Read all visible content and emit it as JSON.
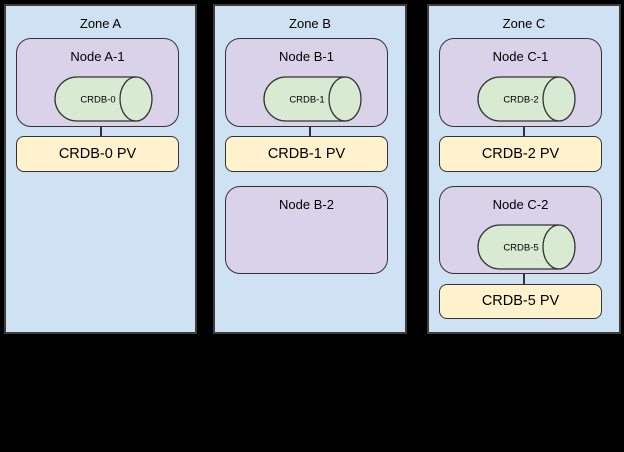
{
  "colors": {
    "background": "#000000",
    "zone_fill": "#cfe2f3",
    "zone_border": "#3d3d3d",
    "node_fill": "#d9d2e9",
    "pod_fill": "#d9ead3",
    "pv_fill": "#fff2cc",
    "shape_border": "#333333"
  },
  "zones": [
    {
      "label": "Zone A",
      "nodes": [
        {
          "label": "Node A-1",
          "pod_label": "CRDB-0",
          "pv_label": "CRDB-0 PV"
        }
      ]
    },
    {
      "label": "Zone B",
      "nodes": [
        {
          "label": "Node B-1",
          "pod_label": "CRDB-1",
          "pv_label": "CRDB-1 PV"
        },
        {
          "label": "Node B-2"
        }
      ]
    },
    {
      "label": "Zone C",
      "nodes": [
        {
          "label": "Node C-1",
          "pod_label": "CRDB-2",
          "pv_label": "CRDB-2 PV"
        },
        {
          "label": "Node C-2",
          "pod_label": "CRDB-5",
          "pv_label": "CRDB-5 PV"
        }
      ]
    }
  ]
}
